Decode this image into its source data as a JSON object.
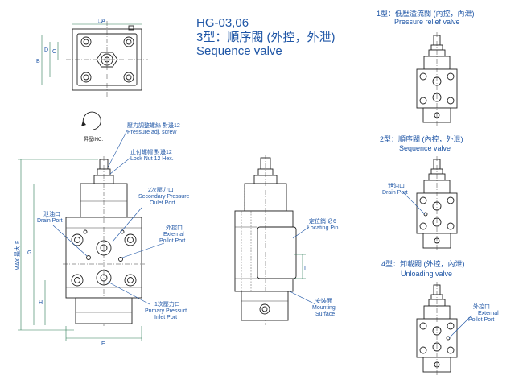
{
  "header": {
    "model": "HG-03,06",
    "type_line": "3型：順序閥 (外控，外泄)",
    "type_en": "Sequence valve"
  },
  "variants": [
    {
      "cn": "1型：低壓溢流閥 (內控，內泄)",
      "en": "Pressure relief valve"
    },
    {
      "cn": "2型：順序閥 (內控，外泄)",
      "en": "Sequence valve"
    },
    {
      "cn": "4型：卸載閥 (外控，內泄)",
      "en": "Unloading valve"
    }
  ],
  "rotation": {
    "label": "昇壓INC."
  },
  "callouts": {
    "pressure_screw": {
      "cn": "壓力調整螺絲 對邊12",
      "en": "Pressure adj. screw"
    },
    "lock_nut": {
      "cn": "止付螺帽 對邊12",
      "en": "Lock Nut 12 Hex."
    },
    "secondary_port": {
      "cn": "2次壓力口",
      "en1": "Secondary Pressure",
      "en2": "Oulet Port"
    },
    "drain_port": {
      "cn": "泄油口",
      "en": "Drain Port"
    },
    "external_pilot": {
      "cn": "外控口",
      "en1": "External",
      "en2": "Poilot Port"
    },
    "primary_port": {
      "cn": "1次壓力口",
      "en1": "Pnmary Pressurt",
      "en2": "Inlet Port"
    },
    "locating_pin": {
      "cn": "定位銷 ∅6",
      "en": "Locating Pin"
    },
    "mounting": {
      "cn": "安裝面",
      "en1": "Mounting",
      "en2": "Surface"
    },
    "v2_drain": {
      "cn": "泄油口",
      "en": "Drain Port"
    },
    "v4_pilot": {
      "cn": "外控口",
      "en1": "External",
      "en2": "Poilot Port"
    }
  },
  "dims": {
    "a": "□A",
    "b": "B",
    "c": "C",
    "d": "D",
    "e": "E",
    "f": "MAX.最大 F",
    "g": "G",
    "h": "H",
    "i": "I"
  }
}
